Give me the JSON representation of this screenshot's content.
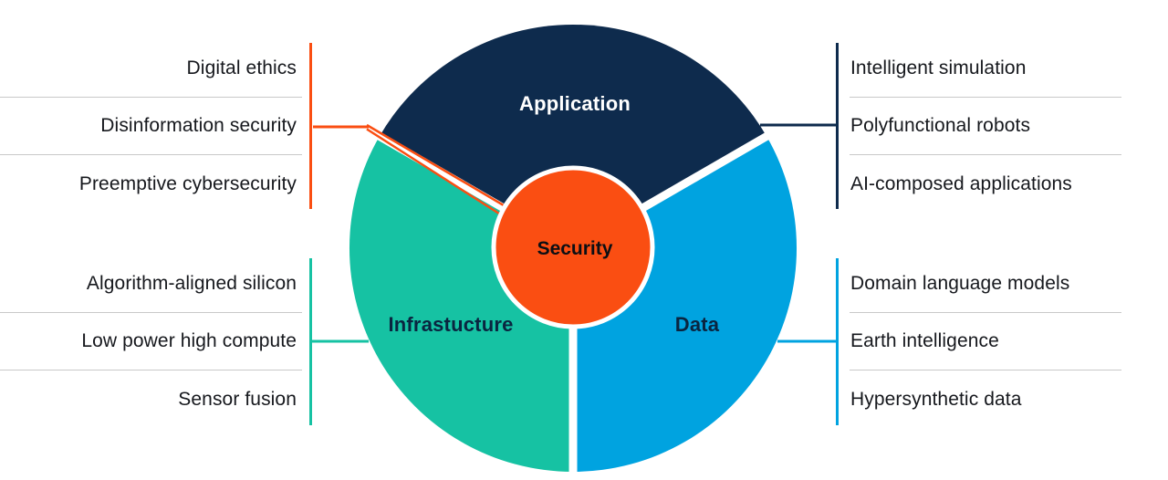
{
  "diagram": {
    "center": {
      "label": "Security",
      "color": "#fa4e12"
    },
    "segments": [
      {
        "id": "application",
        "label": "Application",
        "color": "#0e2b4d"
      },
      {
        "id": "infrastructure",
        "label": "Infrastucture",
        "color": "#16c2a3"
      },
      {
        "id": "data",
        "label": "Data",
        "color": "#00a3e0"
      }
    ],
    "groups": {
      "top_left": {
        "accent": "#fa4e12",
        "items": [
          "Digital ethics",
          "Disinformation security",
          "Preemptive cybersecurity"
        ]
      },
      "top_right": {
        "accent": "#0e2b4d",
        "items": [
          "Intelligent simulation",
          "Polyfunctional robots",
          "AI-composed applications"
        ]
      },
      "bottom_left": {
        "accent": "#16c2a3",
        "items": [
          "Algorithm-aligned silicon",
          "Low power high compute",
          "Sensor fusion"
        ]
      },
      "bottom_right": {
        "accent": "#00a3e0",
        "items": [
          "Domain language models",
          "Earth intelligence",
          "Hypersynthetic data"
        ]
      }
    }
  }
}
